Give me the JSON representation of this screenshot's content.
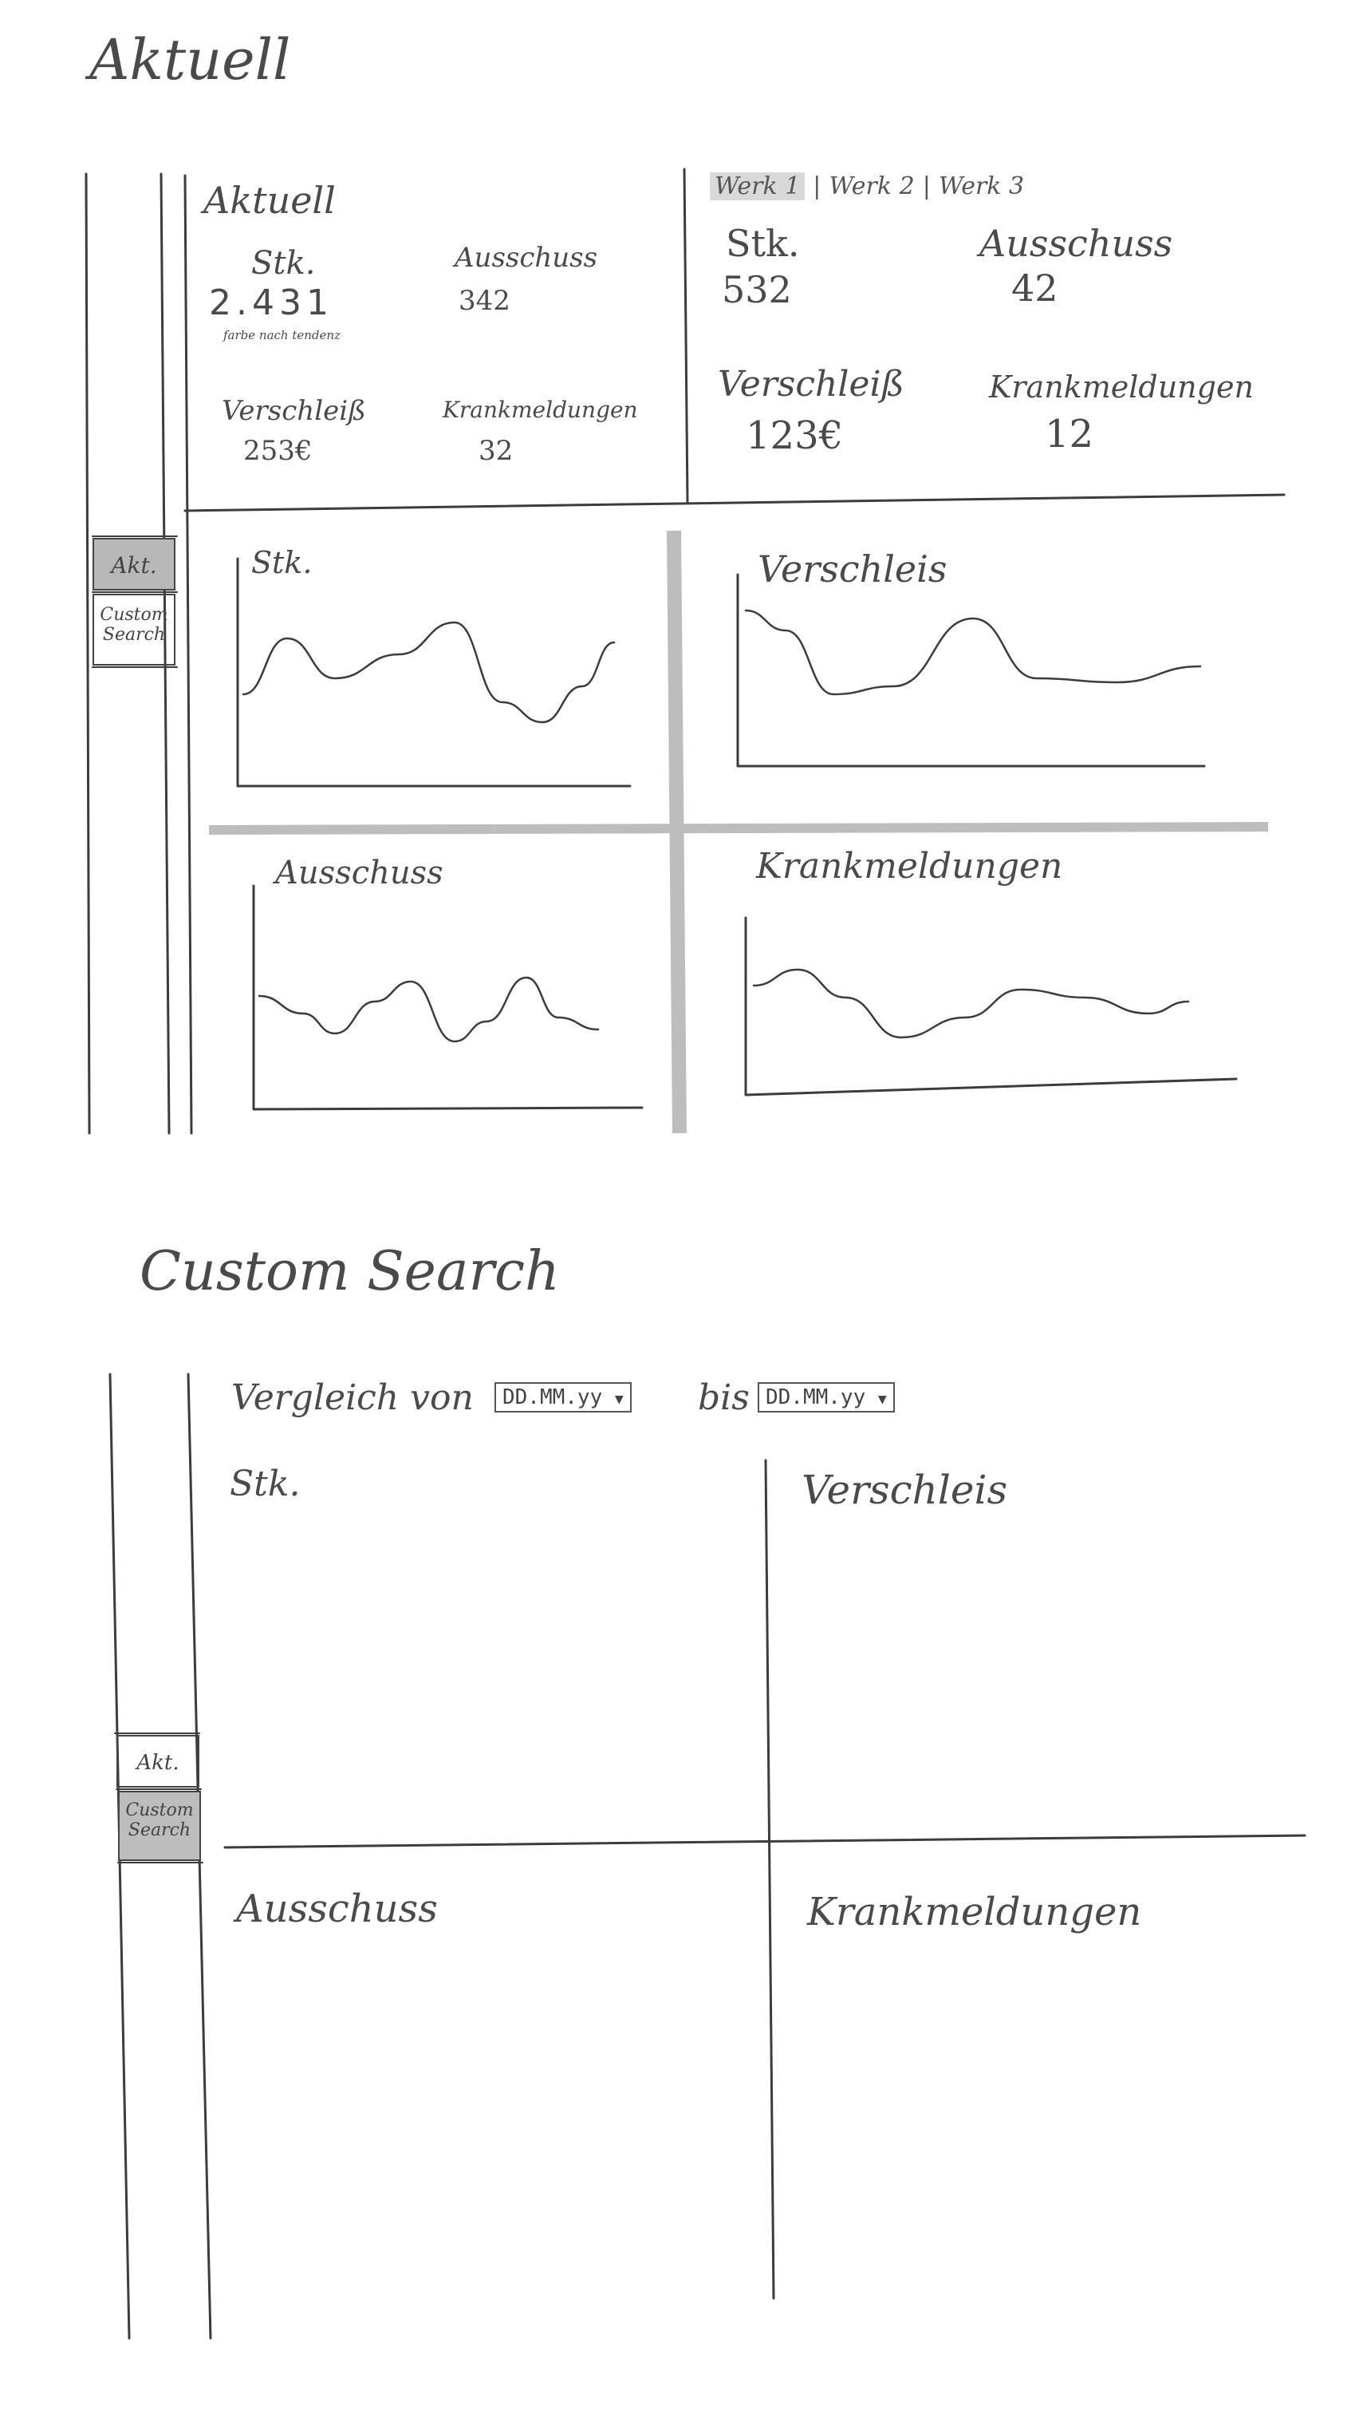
{
  "sections": {
    "current_title": "Aktuell",
    "custom_title": "Custom Search"
  },
  "sidebar": {
    "tab_current": "Akt.",
    "tab_custom": "Custom Search"
  },
  "current": {
    "overview": {
      "title": "Aktuell",
      "units_label": "Stk.",
      "units_value": "2.431",
      "units_note": "farbe nach tendenz",
      "scrap_label": "Ausschuss",
      "scrap_value": "342",
      "wear_label": "Verschleiß",
      "wear_value": "253€",
      "sick_label": "Krankmeldungen",
      "sick_value": "32"
    },
    "plant": {
      "tabs": [
        "Werk 1",
        "Werk 2",
        "Werk 3"
      ],
      "units_label": "Stk.",
      "units_value": "532",
      "scrap_label": "Ausschuss",
      "scrap_value": "42",
      "wear_label": "Verschleiß",
      "wear_value": "123€",
      "sick_label": "Krankmeldungen",
      "sick_value": "12"
    },
    "charts": {
      "units_title": "Stk.",
      "wear_title": "Verschleis",
      "scrap_title": "Ausschuss",
      "sick_title": "Krankmeldungen"
    }
  },
  "custom": {
    "compare_label": "Vergleich von",
    "from_value": "DD.MM.yy",
    "to_label": "bis",
    "to_value": "DD.MM.yy",
    "panels": {
      "units_title": "Stk.",
      "wear_title": "Verschleis",
      "scrap_title": "Ausschuss",
      "sick_title": "Krankmeldungen"
    }
  },
  "icons": {
    "dropdown": "caret-down-icon"
  }
}
